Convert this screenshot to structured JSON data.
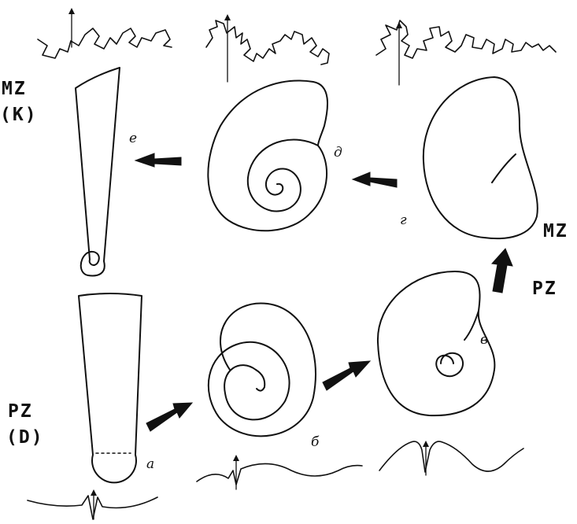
{
  "labels": {
    "mz_k_top": "MZ",
    "mz_k_bottom": "(K)",
    "pz_d_top": "PZ",
    "pz_d_bottom": "(D)",
    "mz_right": "MZ",
    "pz_right": "PZ"
  },
  "shell_letters": {
    "a": "а",
    "b": "б",
    "v": "в",
    "g": "г",
    "d": "д",
    "e": "е"
  },
  "colors": {
    "ink": "#111111",
    "paper": "#ffffff"
  }
}
